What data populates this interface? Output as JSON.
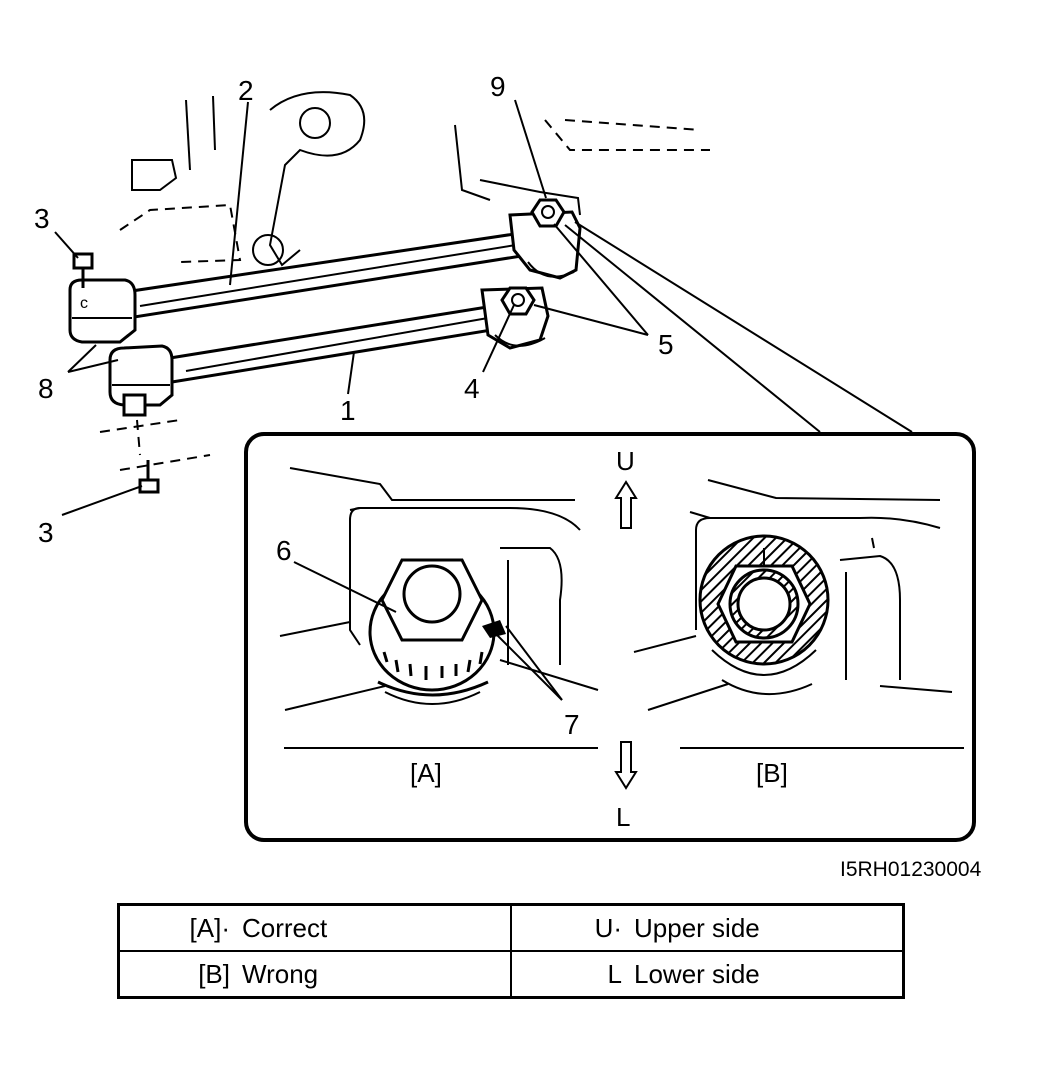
{
  "diagram": {
    "code": "I5RH01230004",
    "callouts": {
      "c1": "1",
      "c2": "2",
      "c3a": "3",
      "c3b": "3",
      "c4": "4",
      "c5": "5",
      "c6": "6",
      "c7": "7",
      "c8": "8",
      "c9": "9"
    },
    "inset": {
      "up_letter": "U",
      "down_letter": "L",
      "label_a": "[A]",
      "label_b": "[B]"
    }
  },
  "legend": {
    "rows": [
      [
        {
          "key": "[A]·",
          "value": "Correct"
        },
        {
          "key": "U·",
          "value": "Upper side"
        }
      ],
      [
        {
          "key": "[B]",
          "value": "Wrong"
        },
        {
          "key": "L",
          "value": "Lower side"
        }
      ]
    ]
  }
}
